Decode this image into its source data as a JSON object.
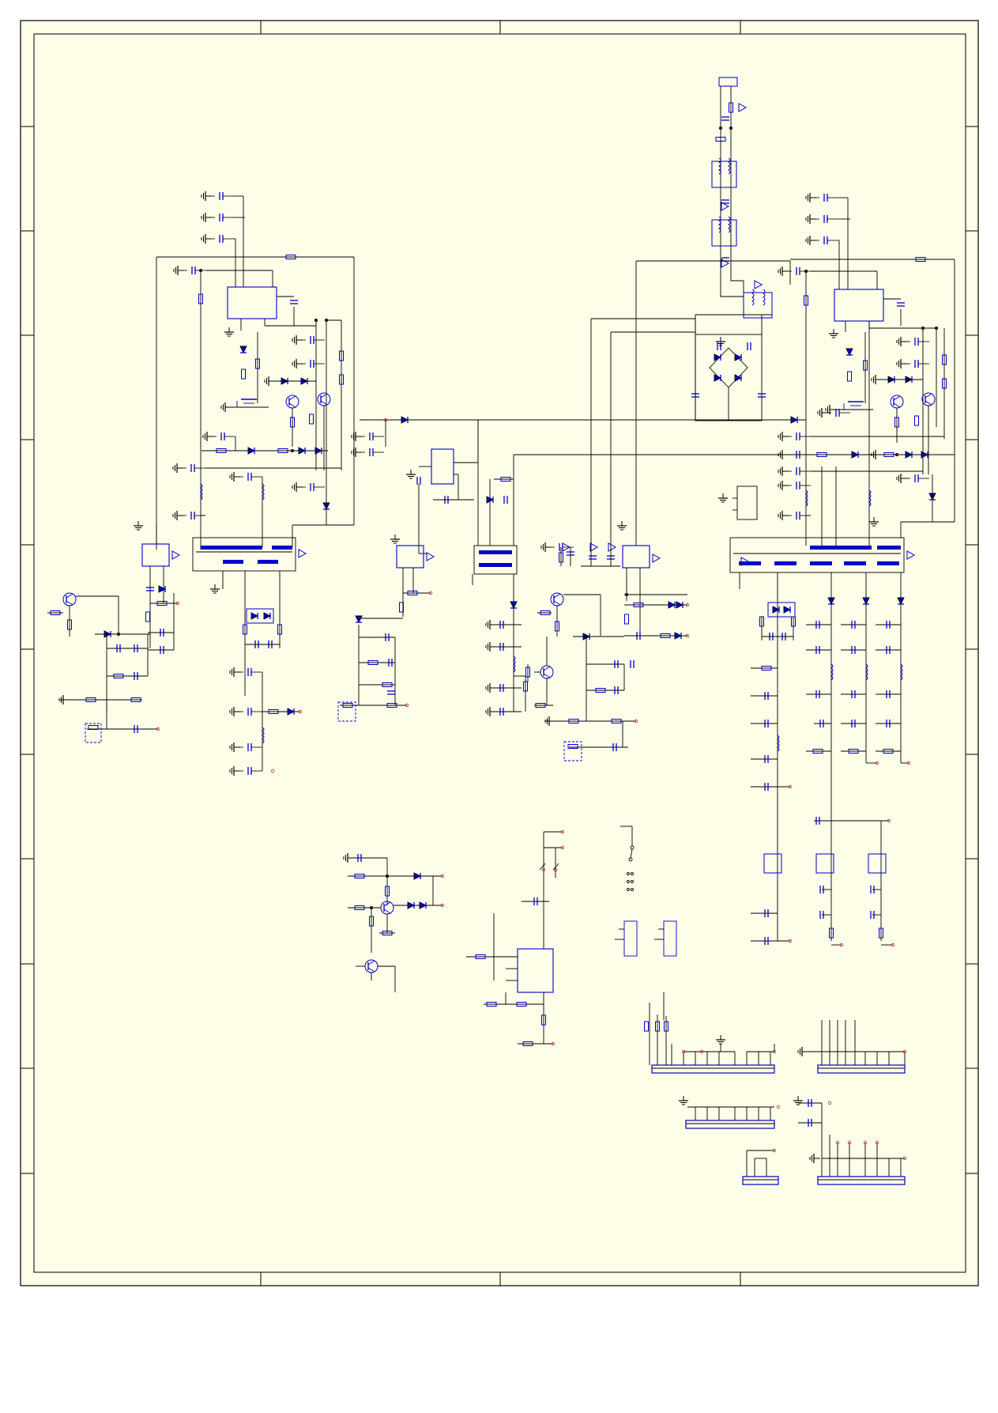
{
  "sheet": {
    "paper_color": "#fefde8",
    "border_color": "#000000",
    "wire_color": "#000000",
    "component_color": "#0000cc",
    "junction_color": "#7a1020",
    "grid_columns": 4,
    "grid_rows": 12
  },
  "components": {
    "ic": [
      "power-ic-left",
      "power-ic-right",
      "regulator-ic-center",
      "mcu-ic-bottom",
      "regulator-ic-small-1",
      "regulator-ic-small-2"
    ],
    "icons": [
      "resistor-icon",
      "capacitor-icon",
      "diode-icon",
      "zener-icon",
      "npn-transistor-icon",
      "mosfet-icon",
      "inductor-icon",
      "transformer-icon",
      "bridge-rectifier-icon",
      "ground-icon",
      "connector-icon",
      "switch-icon"
    ]
  }
}
